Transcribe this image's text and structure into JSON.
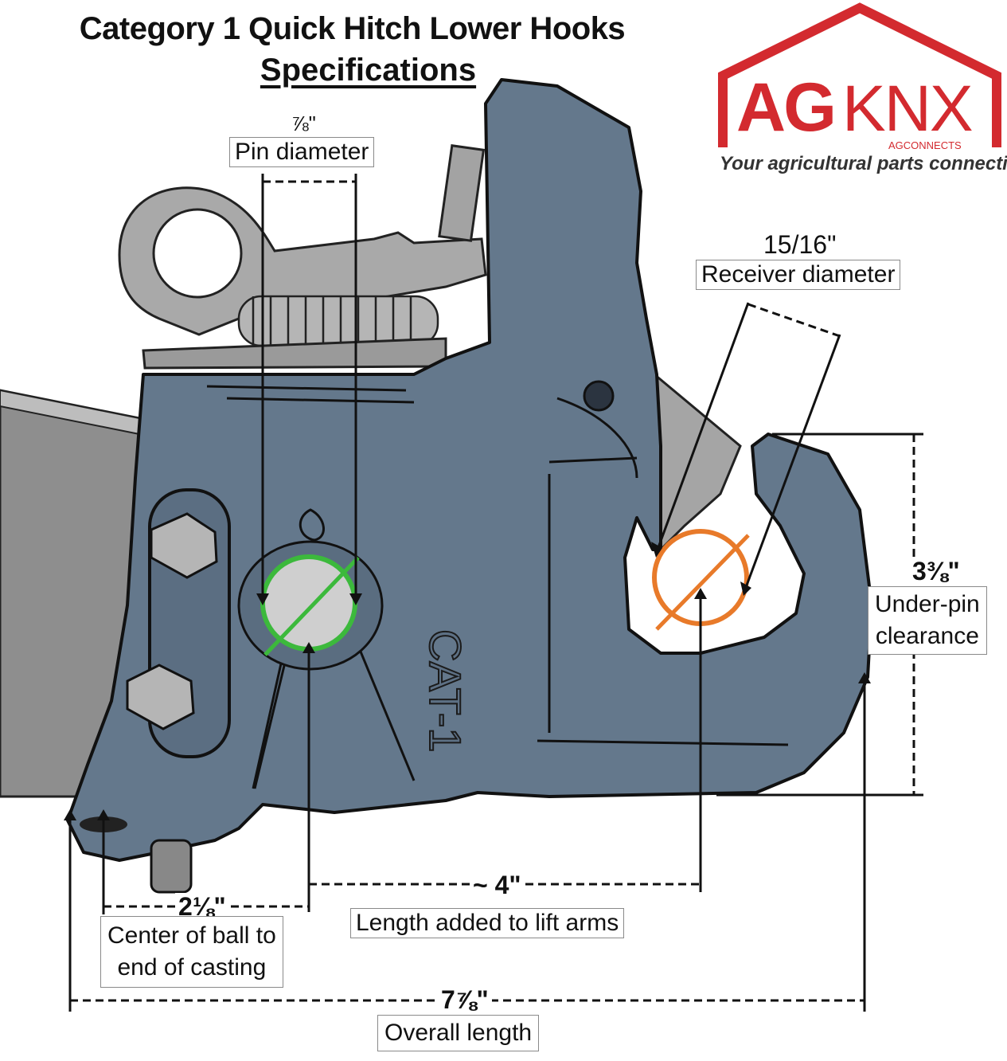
{
  "header": {
    "title": "Category 1 Quick Hitch Lower Hooks",
    "subtitle": "Specifications"
  },
  "logo": {
    "brand_ag": "AG",
    "brand_knx": "KNX",
    "brand_sub": "AGCONNECTS",
    "tagline": "Your agricultural parts connection",
    "color_red": "#d32a2f"
  },
  "casting_mark": "CAT-1",
  "dimensions": {
    "pin": {
      "value": "⅞\"",
      "label": "Pin diameter",
      "marker_color": "#3cb93c"
    },
    "receiver": {
      "value": "15/16\"",
      "label": "Receiver diameter",
      "marker_color": "#e87a2a"
    },
    "under_pin": {
      "value": "3⅜\"",
      "label_line1": "Under-pin",
      "label_line2": "clearance"
    },
    "added_length": {
      "value": "~ 4\"",
      "label": "Length added to lift arms"
    },
    "ball_center": {
      "value": "2⅛\"",
      "label_line1": "Center of ball to",
      "label_line2": "end of casting"
    },
    "overall": {
      "value": "7⅞\"",
      "label": "Overall length"
    }
  },
  "colors": {
    "hitch_body": "#64788c",
    "hitch_dark": "#4d5f72",
    "metal": "#a3a3a3",
    "arm": "#8d8d8d"
  }
}
